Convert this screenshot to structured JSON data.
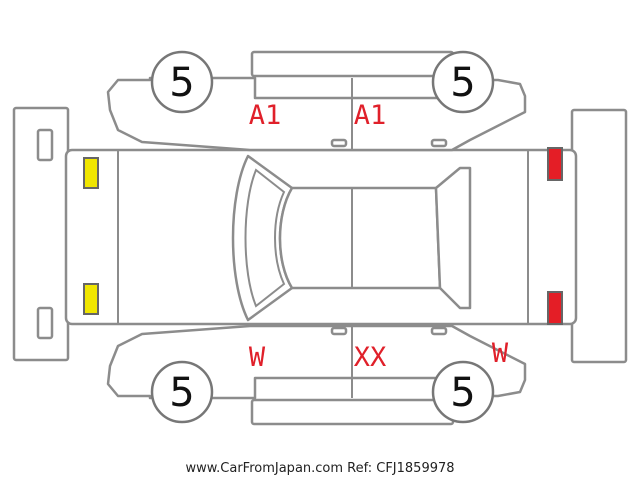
{
  "wheels": {
    "front_left": "5",
    "rear_left": "5",
    "front_right": "5",
    "rear_right": "5"
  },
  "marks": {
    "roof_left_a1": "A1",
    "roof_right_a1": "A1",
    "windshield_w": "W",
    "rear_window_w": "W",
    "right_door_xx": "XX"
  },
  "colors": {
    "mark": "#e0202a",
    "front_lights": "#f0e600",
    "rear_lights": "#e41e26",
    "outline": "#8c8c8c"
  },
  "footer": {
    "credit": "www.CarFromJapan.com Ref: CFJ1859978"
  }
}
